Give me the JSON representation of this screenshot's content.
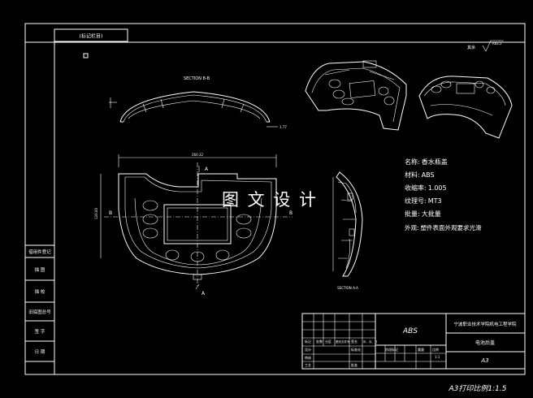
{
  "drawing": {
    "tag": "(标记栏目)",
    "section_bb": "SECTION B-B",
    "section_aa": "SECTION A-A",
    "roughness_label": "其余",
    "roughness_value": "Ra3.2",
    "marker_a": "A",
    "marker_b": "B",
    "watermark": "图 文 设 计",
    "scale_note": "A3打印比例1:1.5",
    "dims": {
      "top_width": "260.32",
      "left_height": "120.00",
      "side_note": "1.77"
    }
  },
  "specs": [
    {
      "label": "名称:",
      "value": "香水瓶盖"
    },
    {
      "label": "材料:",
      "value": "ABS"
    },
    {
      "label": "收缩率:",
      "value": "1.005"
    },
    {
      "label": "纹理号:",
      "value": "MT3"
    },
    {
      "label": "批量:",
      "value": "大批量"
    },
    {
      "label": "外观:",
      "value": "塑件表面外观要求光滑"
    }
  ],
  "left_block": [
    {
      "label": "借用件登记"
    },
    {
      "label": "描  图"
    },
    {
      "label": "描  校"
    },
    {
      "label": "旧底图总号"
    },
    {
      "label": "签  字"
    },
    {
      "label": "日  期"
    }
  ],
  "title_block": {
    "material": "ABS",
    "company": "宁波职业技术学院机电工程学院",
    "part_name": "电池后盖",
    "sheet_size": "A3",
    "cells": {
      "mark": "标记",
      "count": "处数",
      "zone": "分区",
      "change_doc": "更改文件号",
      "sign": "签名",
      "date": "年、月、日",
      "design": "设计",
      "standard": "标准化",
      "review": "审核",
      "process": "工艺",
      "approve": "批准",
      "stage_mark": "阶段标记",
      "weight": "重量",
      "scale": "比例",
      "ratio": "1:1"
    }
  }
}
